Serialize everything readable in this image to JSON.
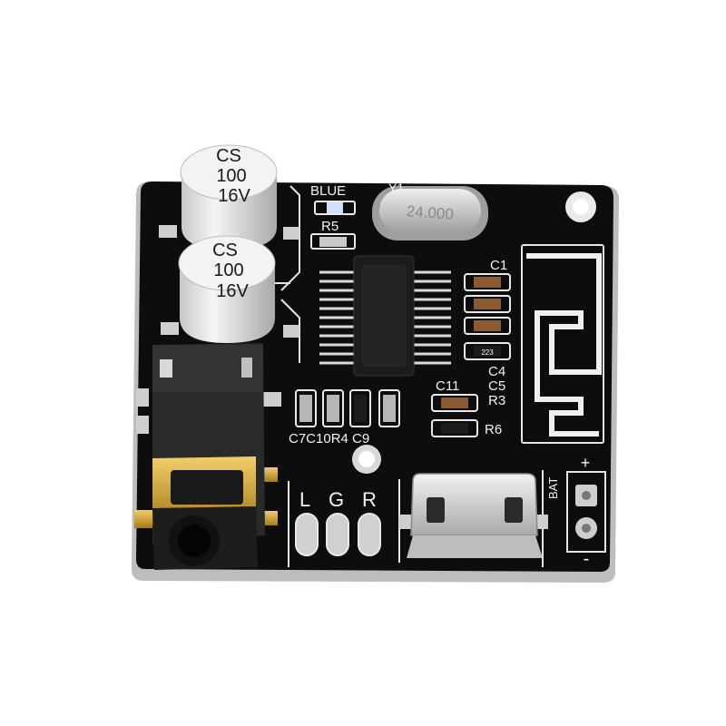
{
  "colors": {
    "background": "#ffffff",
    "pcb": "#0d0d0d",
    "pcb_edge": "#bdbdbd",
    "silkscreen": "#f2f2f2",
    "solder": "#c9c9c9",
    "gold": "#d4a93a",
    "capacitor_body": "#e4e4e4",
    "crystal": "#cfcfcf"
  },
  "capacitors": [
    {
      "brand": "CS",
      "value": "100",
      "voltage": "16V"
    },
    {
      "brand": "CS",
      "value": "100",
      "voltage": "16V"
    }
  ],
  "crystal": {
    "marking": "24.000"
  },
  "silkscreen": {
    "led": "BLUE",
    "y1": "Y1",
    "r5": "R5",
    "c1": "C1",
    "c4": "C4",
    "c5": "C5",
    "r3": "R3",
    "c11": "C11",
    "r6": "R6",
    "bottom_row": "C7C10R4 C9",
    "l": "L",
    "g": "G",
    "r": "R",
    "bat": "BAT",
    "plus": "+",
    "minus": "-"
  },
  "small_parts": {
    "resistor_marking": "223"
  },
  "icons": {
    "antenna": "antenna-trace-icon",
    "ic": "ic-chip-icon",
    "jack": "audio-jack-icon",
    "usb": "micro-usb-icon"
  }
}
